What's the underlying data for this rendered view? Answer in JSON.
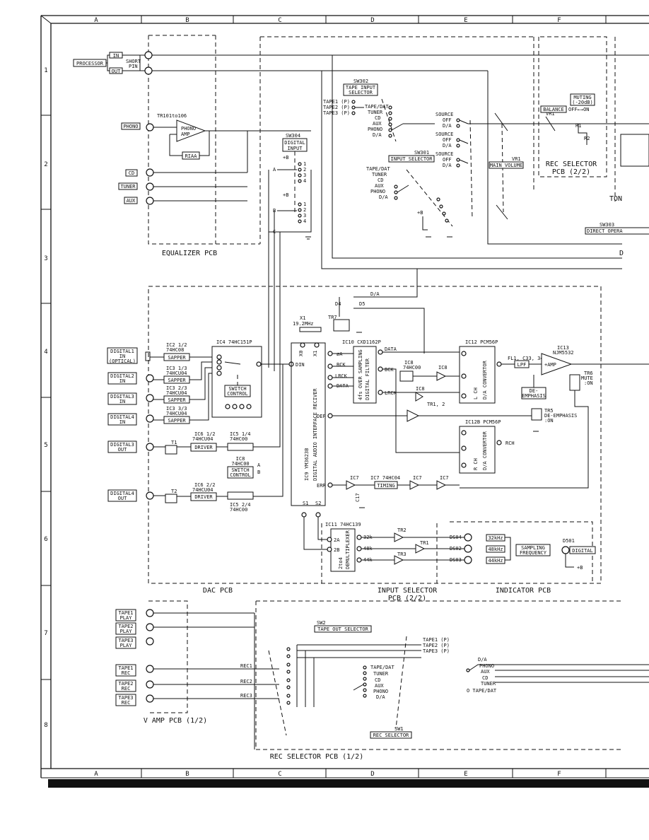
{
  "grid": {
    "columns": [
      "A",
      "B",
      "C",
      "D",
      "E",
      "F"
    ],
    "rows": [
      "1",
      "2",
      "3",
      "4",
      "5",
      "6",
      "7",
      "8"
    ]
  },
  "inputs_left": {
    "processor": "PROCESSOR",
    "in": "IN",
    "out": "OUT",
    "short_pin": [
      "SHORT",
      "PIN"
    ],
    "phono": "PHONO",
    "cd": "CD",
    "tuner": "TUNER",
    "aux": "AUX"
  },
  "equalizer": {
    "tr": "TR101to106",
    "amp": [
      "PHONO",
      "AMP"
    ],
    "riaa": "RIAA",
    "pcb": "EQUALIZER PCB"
  },
  "sw304": {
    "name": "SW304",
    "label": [
      "DIGITAL",
      "INPUT"
    ],
    "a": "A",
    "b": "B",
    "c": "C",
    "plus_b": "+B"
  },
  "sw302": {
    "name": "SW302",
    "label": [
      "TAPE INPUT",
      "SELECTOR"
    ],
    "tapes": [
      "TAPE1 (P)",
      "TAPE2 (P)",
      "TAPE3 (P)"
    ],
    "tape_dat": "TAPE/DAT",
    "items": [
      "TUNER",
      "CD",
      "AUX",
      "PHONO",
      "D/A"
    ]
  },
  "sw301": {
    "name": "SW301",
    "label": "INPUT SELECTOR",
    "source": "SOURCE",
    "off": "OFF",
    "da": "D/A",
    "items": [
      "TAPE/DAT",
      "TUNER",
      "CD",
      "AUX",
      "PHONO",
      "D/A"
    ]
  },
  "vr1": {
    "name": "VR1",
    "label": "MAIN VOLUME"
  },
  "rec_selector_top": {
    "balance": "BALANCE",
    "vr": "VR1",
    "muting": [
      "MUTING",
      "(-20dB)"
    ],
    "off_on": "OFF←→ON",
    "r1": "R1",
    "r2": "R2",
    "pcb": [
      "REC SELECTOR",
      "PCB (2/2)"
    ],
    "ton": "TON",
    "sw303": "SW303",
    "direct": "DIRECT OPERA",
    "d": "D"
  },
  "dac": {
    "d5": "D5",
    "d4": "D4",
    "da": "D/A",
    "tr7": "TR7",
    "x1": "X1",
    "xtal": "19.2MHz",
    "ic4": "IC4 74HC151P",
    "ic2": [
      "IC2 1/2",
      "74HC08"
    ],
    "ic3a": [
      "IC3 1/3",
      "74HCU04"
    ],
    "ic3b": [
      "IC3 2/3",
      "74HCU04"
    ],
    "ic3c": [
      "IC3 3/3",
      "74HCU04"
    ],
    "sapper": "SAPPER",
    "switch_control": [
      "SWITCH",
      "CONTROL"
    ],
    "din": "DIN",
    "digital_inputs": [
      [
        "DIGITAL1",
        "IN",
        "(OPTICAL)"
      ],
      [
        "DIGITAL2",
        "IN"
      ],
      [
        "DIGITAL3",
        "IN"
      ],
      [
        "DIGITAL4",
        "IN"
      ]
    ],
    "digital_outputs": [
      [
        "DIGITAL3",
        "OUT"
      ],
      [
        "DIGITAL4",
        "OUT"
      ]
    ],
    "t1": "T1",
    "t2": "T2",
    "ic6a": [
      "IC6 1/2",
      "74HCU04"
    ],
    "ic6b": [
      "IC6 2/2",
      "74HCU04"
    ],
    "driver": "DRIVER",
    "ic5a": [
      "IC5 1/4",
      "74HC00"
    ],
    "ic5b": [
      "IC5 2/4",
      "74HC00"
    ],
    "ic8": [
      "IC8",
      "74HC00"
    ],
    "ic9": [
      "IC9 YM3623B",
      "DIGITAL AUDIO INTERFACE RECIVER"
    ],
    "ic10": "IC10 CXD1162P",
    "filter": [
      "4fs OVER SAMPLING",
      "DIGITAL FILTER"
    ],
    "pins": [
      "øA",
      "BCK",
      "LRCK",
      "DATA",
      "DEF",
      "ERR",
      "X0",
      "X1",
      "S1",
      "S2"
    ],
    "ic12": "IC12 PCM56P",
    "ic12b": "IC12B PCM56P",
    "lch": [
      "L CH",
      "D/A CONVERTOR"
    ],
    "rch": [
      "R CH",
      "D/A CONVERTOR"
    ],
    "rch_out": "RCH",
    "ic8b": "IC8",
    "ic8c": [
      "IC8",
      "74HC00"
    ],
    "tr12": "TR1, 2",
    "fl": "FL1, C33, 34",
    "lpf": "LPF",
    "ic13": [
      "IC13",
      "NJM5532"
    ],
    "amp": "+AMP",
    "de_emphasis": [
      "DE-",
      "EMPHASIS"
    ],
    "tr5": [
      "TR5",
      "DE-EMPHASIS",
      ":ON"
    ],
    "tr6": [
      "TR6",
      "MUTE",
      ":ON"
    ],
    "ic7": "IC7",
    "ic7t": "IC7 74HC04",
    "timing": "TIMING",
    "c17": "C17",
    "pcb": "DAC PCB"
  },
  "demux": {
    "ic11": "IC11 74HC139",
    "label": [
      "2to4",
      "DEMULTIPLEXER"
    ],
    "pins": [
      "2A",
      "2B"
    ],
    "outs": [
      "32k",
      "48k",
      "44k"
    ],
    "tr": [
      "TR2",
      "TR1",
      "TR3"
    ],
    "pcb": [
      "INPUT SELECTOR",
      "PCB (2/2)"
    ]
  },
  "indicator": {
    "ds": [
      "DS04",
      "DS02",
      "DS03"
    ],
    "freqs": [
      "32kHz",
      "48kHz",
      "44kHz"
    ],
    "sampling": [
      "SAMPLING",
      "FREQUENCY"
    ],
    "d501": "D501",
    "digital": "DIGITAL",
    "plus_b": "+B",
    "pcb": "INDICATOR PCB"
  },
  "tapes": {
    "play": [
      [
        "TAPE1",
        "PLAY"
      ],
      [
        "TAPE2",
        "PLAY"
      ],
      [
        "TAPE3",
        "PLAY"
      ]
    ],
    "rec": [
      [
        "TAPE1",
        "REC"
      ],
      [
        "TAPE2",
        "REC"
      ],
      [
        "TAPE3",
        "REC"
      ]
    ],
    "rec_lines": [
      "REC1",
      "REC2",
      "REC3"
    ],
    "pcb": "V AMP PCB (1/2)"
  },
  "rec_selector": {
    "sw2": "SW2",
    "sw2_label": "TAPE OUT SELECTOR",
    "tapes": [
      "TAPE1 (P)",
      "TAPE2 (P)",
      "TAPE3 (P)"
    ],
    "items": [
      "TAPE/DAT",
      "TUNER",
      "CD",
      "AUX",
      "PHONO",
      "D/A"
    ],
    "sw1": "SW1",
    "sw1_label": "REC SELECTOR",
    "right_items": [
      "D/A",
      "PHONO",
      "AUX",
      "CD",
      "TUNER",
      "O TAPE/DAT"
    ],
    "pcb": "REC SELECTOR PCB (1/2)"
  }
}
